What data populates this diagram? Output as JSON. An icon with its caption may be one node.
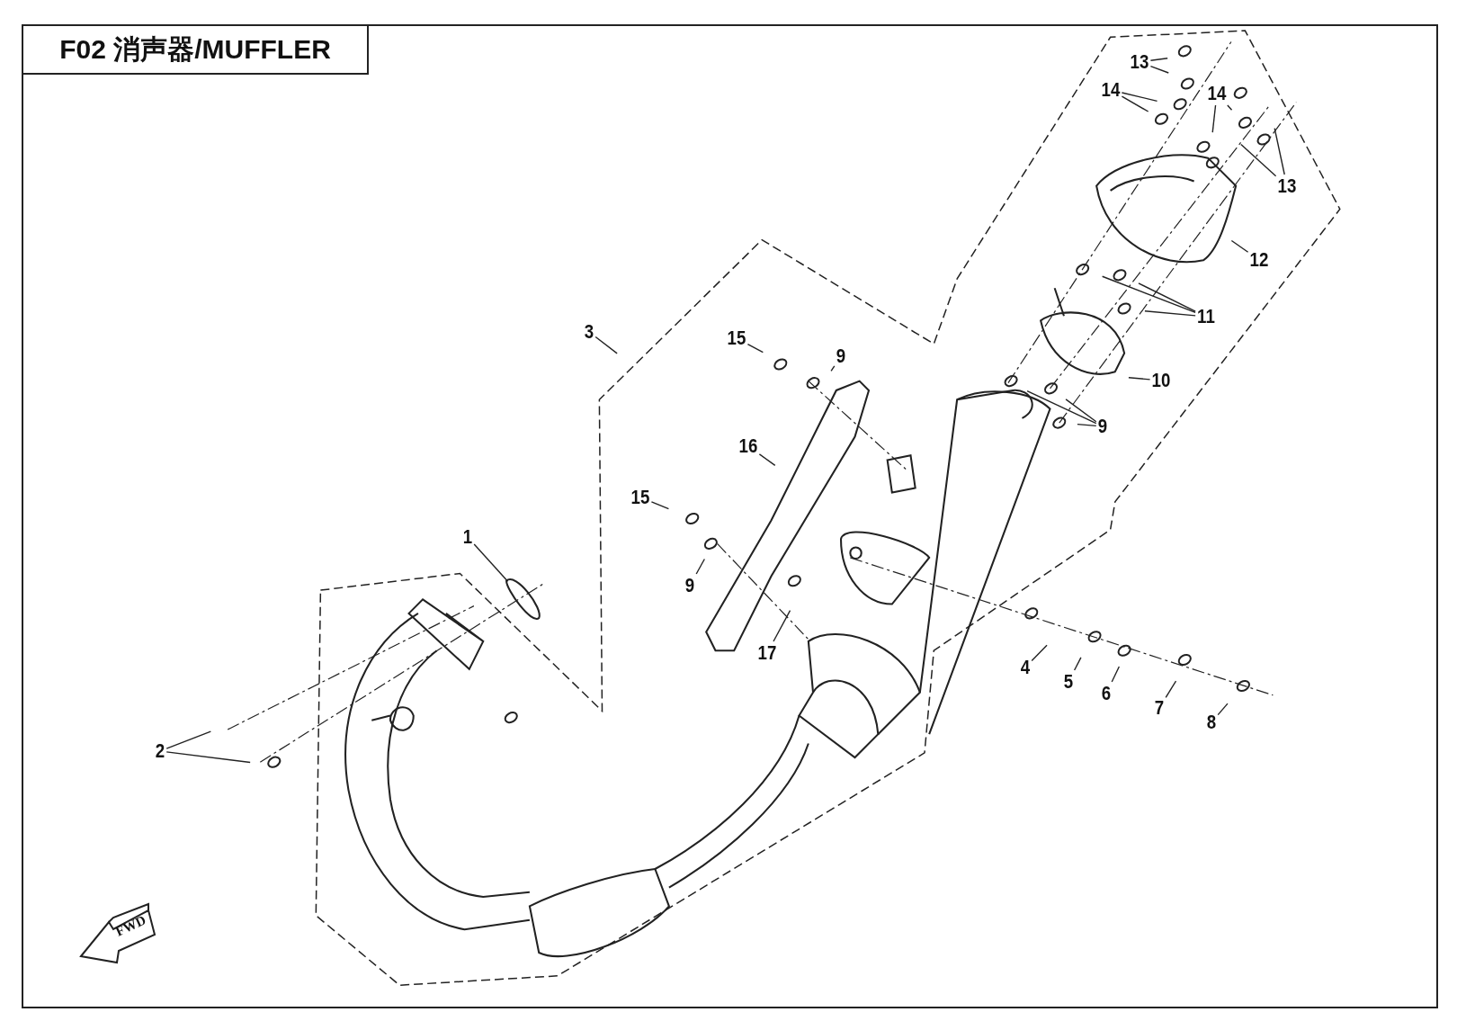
{
  "diagram": {
    "title": "F02 消声器/MUFFLER",
    "nodes": [
      {
        "text": [
          "13"
        ]
      },
      {
        "text": [
          "14"
        ]
      },
      {
        "text": [
          "14"
        ]
      },
      {
        "text": [
          "13"
        ]
      },
      {
        "text": [
          "12"
        ]
      },
      {
        "text": [
          "11"
        ]
      },
      {
        "text": [
          "3"
        ]
      },
      {
        "text": [
          "15"
        ]
      },
      {
        "text": [
          "9"
        ]
      },
      {
        "text": [
          "10"
        ]
      },
      {
        "text": [
          "9"
        ]
      },
      {
        "text": [
          "16"
        ]
      },
      {
        "text": [
          "15"
        ]
      },
      {
        "text": [
          "1"
        ]
      },
      {
        "text": [
          "9"
        ]
      },
      {
        "text": [
          "17"
        ]
      },
      {
        "text": [
          "4"
        ]
      },
      {
        "text": [
          "5"
        ]
      },
      {
        "text": [
          "6"
        ]
      },
      {
        "text": [
          "7"
        ]
      },
      {
        "text": [
          "8"
        ]
      },
      {
        "text": [
          "2"
        ]
      }
    ],
    "edges": [
      {
        "from": 0,
        "to": null,
        "arrow": "none"
      },
      {
        "from": 0,
        "to": null,
        "arrow": "none"
      },
      {
        "from": 1,
        "to": null,
        "arrow": "none"
      },
      {
        "from": 1,
        "to": null,
        "arrow": "none"
      },
      {
        "from": 2,
        "to": null,
        "arrow": "none"
      },
      {
        "from": 2,
        "to": null,
        "arrow": "none"
      },
      {
        "from": 3,
        "to": null,
        "arrow": "none"
      },
      {
        "from": 3,
        "to": null,
        "arrow": "none"
      },
      {
        "from": 4,
        "to": null,
        "arrow": "none"
      },
      {
        "from": 5,
        "to": null,
        "arrow": "none"
      },
      {
        "from": 5,
        "to": null,
        "arrow": "none"
      },
      {
        "from": 5,
        "to": null,
        "arrow": "none"
      },
      {
        "from": 6,
        "to": null,
        "arrow": "none"
      },
      {
        "from": 7,
        "to": null,
        "arrow": "none"
      },
      {
        "from": 8,
        "to": null,
        "arrow": "none"
      },
      {
        "from": 9,
        "to": null,
        "arrow": "none"
      },
      {
        "from": 10,
        "to": null,
        "arrow": "none"
      },
      {
        "from": 10,
        "to": null,
        "arrow": "none"
      },
      {
        "from": 10,
        "to": null,
        "arrow": "none"
      },
      {
        "from": 11,
        "to": null,
        "arrow": "none"
      },
      {
        "from": 12,
        "to": null,
        "arrow": "none"
      },
      {
        "from": 13,
        "to": null,
        "arrow": "none"
      },
      {
        "from": 14,
        "to": null,
        "arrow": "none"
      },
      {
        "from": 15,
        "to": null,
        "arrow": "none"
      },
      {
        "from": 16,
        "to": null,
        "arrow": "none"
      },
      {
        "from": 17,
        "to": null,
        "arrow": "none"
      },
      {
        "from": 18,
        "to": null,
        "arrow": "none"
      },
      {
        "from": 19,
        "to": null,
        "arrow": "none"
      },
      {
        "from": 20,
        "to": null,
        "arrow": "none"
      },
      {
        "from": 21,
        "to": null,
        "arrow": "none"
      },
      {
        "from": 21,
        "to": null,
        "arrow": "none"
      }
    ],
    "labels": [
      "FWD"
    ]
  }
}
